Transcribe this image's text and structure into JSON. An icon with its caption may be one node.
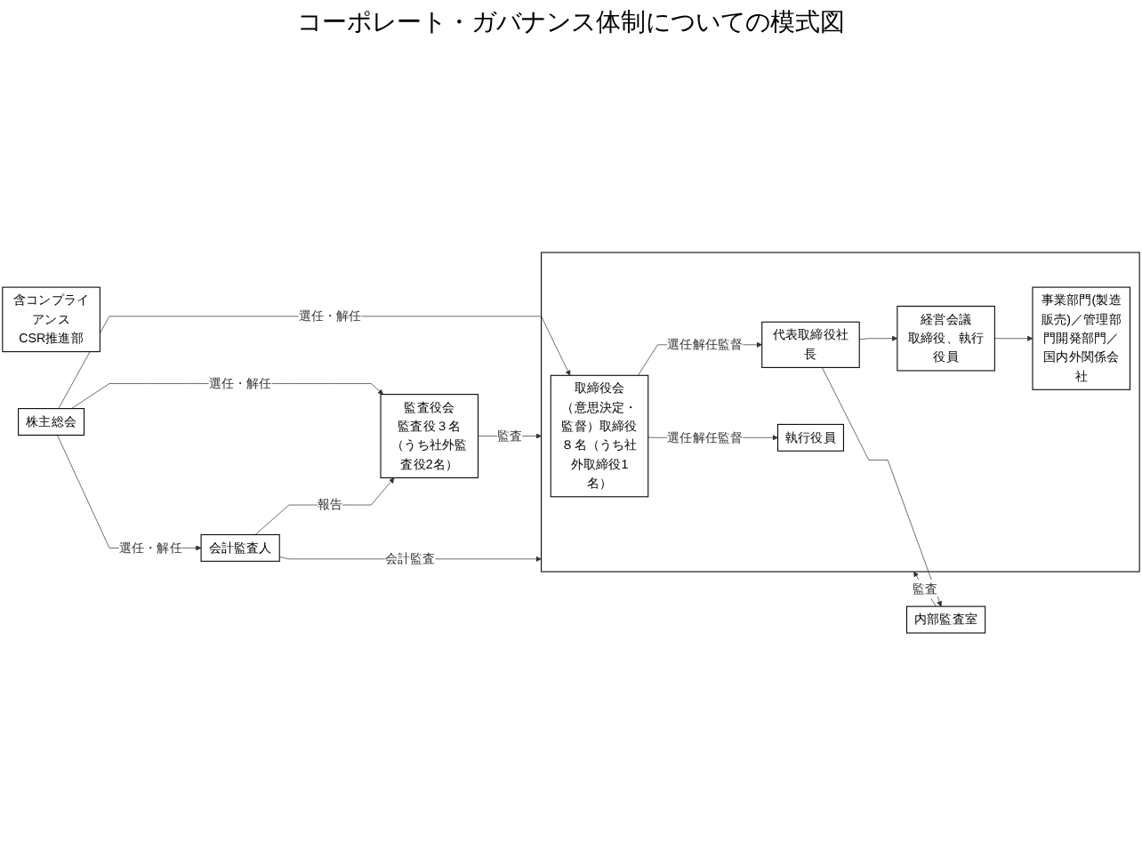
{
  "diagram": {
    "title": "コーポレート・ガバナンス体制についての模式図",
    "nodes": [
      {
        "text": [
          "株主総会"
        ]
      },
      {
        "text": [
          "会計監査人"
        ]
      },
      {
        "text": [
          "監査役会",
          "監査役３名（うち社外監査役2名）"
        ]
      },
      {
        "text": [],
        "shape": "box"
      },
      {
        "text": [
          "取締役会",
          "（意思決定・監督）取締役８名（うち社外取締役1名）"
        ],
        "in": 3
      },
      {
        "text": [
          "代表取締役社長"
        ],
        "in": 3
      },
      {
        "text": [
          "執行役員"
        ],
        "in": 3
      },
      {
        "text": [
          "含コンプライアンス",
          "CSR推進部"
        ]
      },
      {
        "text": [
          "内部監査室"
        ]
      },
      {
        "text": [
          "経営会議",
          "取締役、執行役員"
        ],
        "in": 3
      },
      {
        "text": [
          "事業部門(製造販売)／管理部門開発部門／国内外関係会社"
        ],
        "in": 3
      }
    ],
    "edges": [
      {
        "from": 0,
        "to": 1,
        "arrow": "to",
        "label": "選任・解任"
      },
      {
        "from": 0,
        "to": 2,
        "arrow": "to",
        "label": "選任・解任"
      },
      {
        "from": 0,
        "to": 4,
        "arrow": "to",
        "label": "選任・解任"
      },
      {
        "from": 1,
        "to": 2,
        "arrow": "to",
        "label": "報告"
      },
      {
        "from": 2,
        "to": 3,
        "arrow": "to",
        "label": "監査"
      },
      {
        "from": 1,
        "to": 3,
        "arrow": "to",
        "label": "会計監査"
      },
      {
        "from": 4,
        "to": 5,
        "arrow": "to",
        "label": "選任解任監督"
      },
      {
        "from": 4,
        "to": 6,
        "arrow": "to",
        "label": "選任解任監督"
      },
      {
        "from": 5,
        "to": 8,
        "arrow": "to"
      },
      {
        "from": 8,
        "to": 3,
        "arrow": "to",
        "label": "監査"
      },
      {
        "from": 5,
        "to": 9,
        "arrow": "to"
      },
      {
        "from": 9,
        "to": 10,
        "arrow": "to"
      }
    ]
  }
}
